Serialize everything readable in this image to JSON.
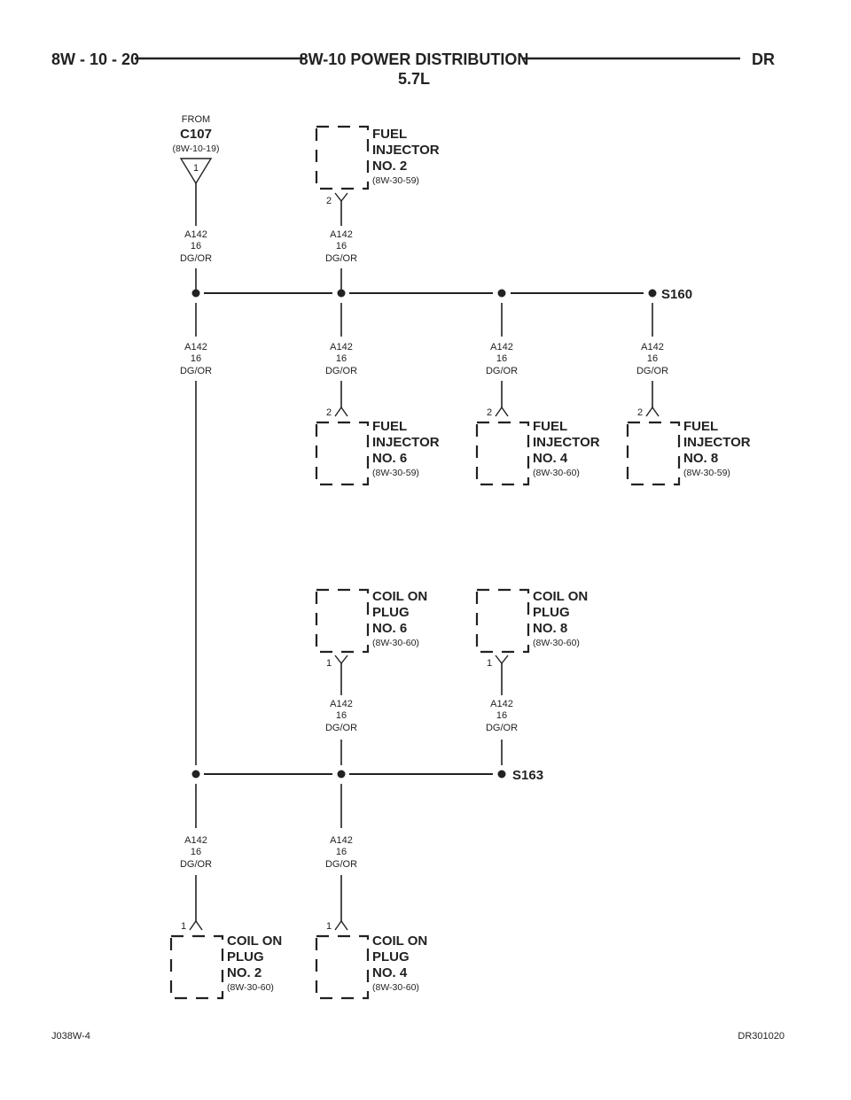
{
  "header": {
    "page_code": "8W - 10 - 20",
    "title": "8W-10 POWER DISTRIBUTION",
    "subtitle": "5.7L",
    "model": "DR"
  },
  "source": {
    "from": "FROM",
    "name": "C107",
    "ref": "(8W-10-19)",
    "pin": "1"
  },
  "wire": {
    "circuit": "A142",
    "gauge": "16",
    "color": "DG/OR"
  },
  "splices": [
    "S160",
    "S163"
  ],
  "components": {
    "fuel_injector_2": {
      "lines": [
        "FUEL",
        "INJECTOR",
        "NO. 2"
      ],
      "ref": "(8W-30-59)",
      "pin": "2"
    },
    "fuel_injector_6": {
      "lines": [
        "FUEL",
        "INJECTOR",
        "NO. 6"
      ],
      "ref": "(8W-30-59)",
      "pin": "2"
    },
    "fuel_injector_4": {
      "lines": [
        "FUEL",
        "INJECTOR",
        "NO. 4"
      ],
      "ref": "(8W-30-60)",
      "pin": "2"
    },
    "fuel_injector_8": {
      "lines": [
        "FUEL",
        "INJECTOR",
        "NO. 8"
      ],
      "ref": "(8W-30-59)",
      "pin": "2"
    },
    "coil_on_plug_6": {
      "lines": [
        "COIL ON",
        "PLUG",
        "NO. 6"
      ],
      "ref": "(8W-30-60)",
      "pin": "1"
    },
    "coil_on_plug_8": {
      "lines": [
        "COIL ON",
        "PLUG",
        "NO. 8"
      ],
      "ref": "(8W-30-60)",
      "pin": "1"
    },
    "coil_on_plug_2": {
      "lines": [
        "COIL ON",
        "PLUG",
        "NO. 2"
      ],
      "ref": "(8W-30-60)",
      "pin": "1"
    },
    "coil_on_plug_4": {
      "lines": [
        "COIL ON",
        "PLUG",
        "NO. 4"
      ],
      "ref": "(8W-30-60)",
      "pin": "1"
    }
  },
  "footer": {
    "left_code": "J038W-4",
    "right_code": "DR301020"
  }
}
